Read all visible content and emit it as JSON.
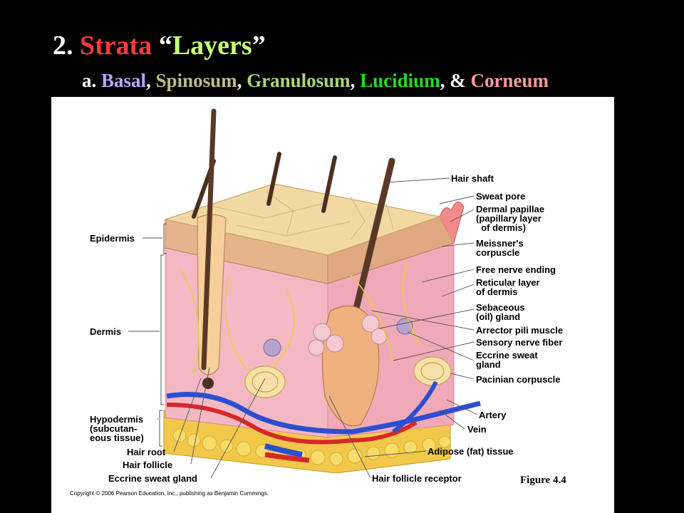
{
  "slide": {
    "title": {
      "number": "2.",
      "word1": "Strata",
      "open_quote": "“",
      "word2": "Layers",
      "close_quote": "”"
    },
    "subtitle": {
      "prefix": "a.",
      "layers": [
        "Basal",
        "Spinosum",
        "Granulosum",
        "Lucidium",
        "Corneum"
      ],
      "sep": ",",
      "amp": "&"
    },
    "colors": {
      "background": "#000000",
      "title_text": "#ffffff",
      "strata": "#ff3b3b",
      "layers_word": "#c8ff7a",
      "basal": "#b9a6ff",
      "spinosum": "#bcbd86",
      "granulosum": "#a8d67a",
      "lucidium": "#22dd22",
      "corneum": "#ff9a9a"
    }
  },
  "figure": {
    "left_labels": [
      {
        "id": "epidermis",
        "text": "Epidermis"
      },
      {
        "id": "dermis",
        "text": "Dermis"
      },
      {
        "id": "hypodermis",
        "text": "Hypodermis\n(subcutan-\neous tissue)"
      }
    ],
    "bottom_labels": [
      {
        "id": "hair-root",
        "text": "Hair root"
      },
      {
        "id": "hair-follicle",
        "text": "Hair follicle"
      },
      {
        "id": "eccrine-sweat-gland-bottom",
        "text": "Eccrine sweat gland"
      },
      {
        "id": "hair-follicle-receptor",
        "text": "Hair follicle receptor"
      },
      {
        "id": "adipose-tissue",
        "text": "Adipose (fat) tissue"
      }
    ],
    "right_labels": [
      {
        "id": "hair-shaft",
        "text": "Hair shaft"
      },
      {
        "id": "sweat-pore",
        "text": "Sweat pore"
      },
      {
        "id": "dermal-papillae",
        "text": "Dermal papillae\n(papillary layer\n  of dermis)"
      },
      {
        "id": "meissners-corpuscle",
        "text": "Meissner's\ncorpuscle"
      },
      {
        "id": "free-nerve-ending",
        "text": "Free nerve ending"
      },
      {
        "id": "reticular-layer",
        "text": "Reticular layer\nof dermis"
      },
      {
        "id": "sebaceous-gland",
        "text": "Sebaceous\n(oil) gland"
      },
      {
        "id": "arrector-pili",
        "text": "Arrector pili muscle"
      },
      {
        "id": "sensory-nerve-fiber",
        "text": "Sensory nerve fiber"
      },
      {
        "id": "eccrine-sweat-gland-right",
        "text": "Eccrine sweat\ngland"
      },
      {
        "id": "pacinian-corpuscle",
        "text": "Pacinian corpuscle"
      },
      {
        "id": "artery",
        "text": "Artery"
      },
      {
        "id": "vein",
        "text": "Vein"
      }
    ],
    "copyright": "Copyright © 2006 Pearson Education, Inc., publishing as Benjamin Cummings.",
    "figure_number": "Figure 4.4"
  }
}
